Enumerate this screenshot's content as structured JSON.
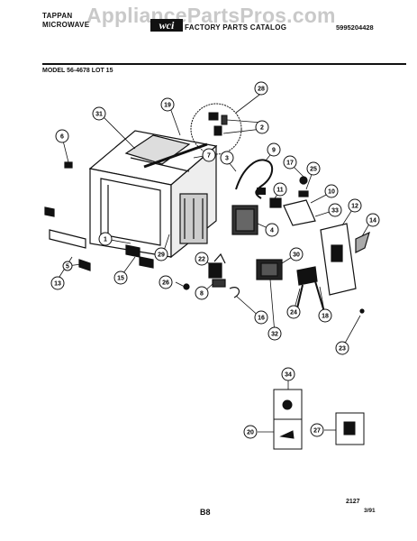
{
  "watermark": "AppliancePartsPros.com",
  "header": {
    "brand_line1": "TAPPAN",
    "brand_line2": "MICROWAVE",
    "logo_text": "wci",
    "catalog_title": "FACTORY PARTS CATALOG",
    "catalog_number": "5995204428"
  },
  "model_line": "MODEL 56-4678 LOT 15",
  "callouts": [
    "28",
    "31",
    "19",
    "6",
    "2",
    "7",
    "3",
    "9",
    "17",
    "25",
    "11",
    "10",
    "12",
    "33",
    "14",
    "4",
    "30",
    "1",
    "29",
    "22",
    "15",
    "26",
    "8",
    "16",
    "32",
    "18",
    "24",
    "23",
    "34",
    "20",
    "27",
    "13",
    "5"
  ],
  "footer": {
    "drawing_code": "2127",
    "page": "B8",
    "date": "3/91"
  }
}
